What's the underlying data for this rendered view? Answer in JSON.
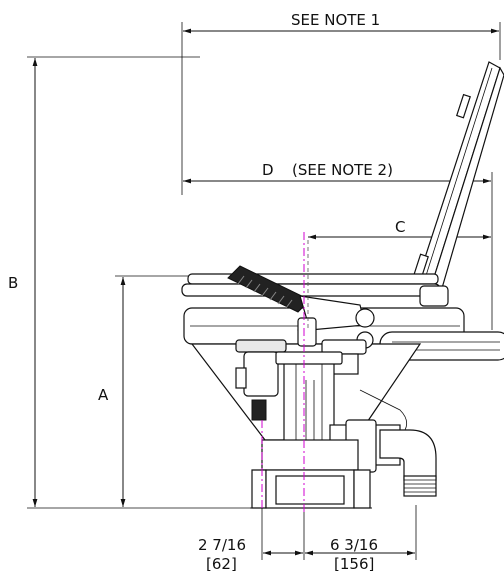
{
  "drawing": {
    "note1_label": "SEE NOTE 1",
    "d_label": "D",
    "d_note": "(SEE NOTE 2)",
    "c_label": "C",
    "b_label": "B",
    "a_label": "A",
    "dim_left_in": "2 7/16",
    "dim_left_mm": "[62]",
    "dim_right_in": "6 3/16",
    "dim_right_mm": "[156]"
  }
}
